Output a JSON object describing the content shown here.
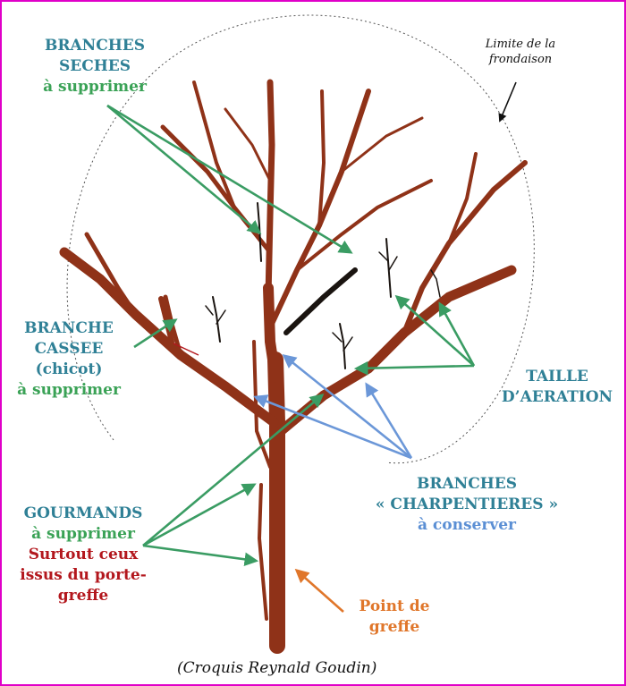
{
  "labels": {
    "dead_branches": {
      "line1": "BRANCHES",
      "line2": "SECHES",
      "line3": "à supprimer"
    },
    "canopy_limit": {
      "line1": "Limite de la",
      "line2": "frondaison"
    },
    "broken_branch": {
      "line1": "BRANCHE",
      "line2": "CASSEE",
      "line3": "(chicot)",
      "line4": "à supprimer"
    },
    "aeration_pruning": {
      "line1": "TAILLE",
      "line2": "D’AERATION"
    },
    "main_branches": {
      "line1": "BRANCHES",
      "line2": "« CHARPENTIERES »",
      "line3": "à conserver"
    },
    "suckers": {
      "line1": "GOURMANDS",
      "line2": "à supprimer",
      "line3": "Surtout ceux",
      "line4": "issus du porte-",
      "line5": "greffe"
    },
    "graft_point": {
      "line1": "Point de",
      "line2": "greffe"
    },
    "credit": "(Croquis Reynald Goudin)"
  },
  "colors": {
    "frame": "#e000c8",
    "title_text": "#2f8096",
    "remove_text": "#3aa256",
    "warning_text": "#b3171d",
    "graft_text": "#e0762a",
    "keep_text": "#5b8fd4",
    "trunk": "#8f3218",
    "dead_wood": "#1a1410",
    "green_arrow": "#3a9c63",
    "blue_arrow": "#6b97d8",
    "orange_arrow": "#e0762a",
    "canopy_outline": "#555555"
  }
}
